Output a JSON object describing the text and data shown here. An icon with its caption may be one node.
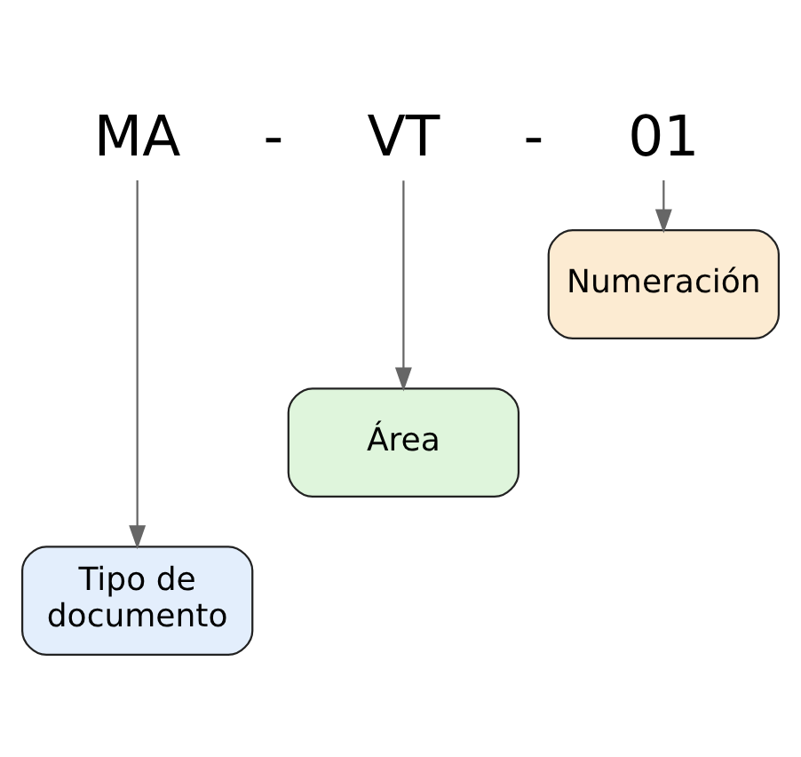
{
  "diagram": {
    "nodes": [
      {
        "text": [
          "MA"
        ]
      },
      {
        "text": [
          "VT"
        ]
      },
      {
        "text": [
          "01"
        ]
      },
      {
        "text": [
          "Numeración"
        ]
      },
      {
        "text": [
          "Área"
        ]
      },
      {
        "text": [
          "Tipo de documento"
        ]
      }
    ],
    "edges": [
      {
        "from": 2,
        "to": 3,
        "arrow": "to"
      },
      {
        "from": 1,
        "to": 4,
        "arrow": "to"
      },
      {
        "from": 0,
        "to": 5,
        "arrow": "to"
      }
    ],
    "labels": [
      "-",
      "-"
    ]
  }
}
